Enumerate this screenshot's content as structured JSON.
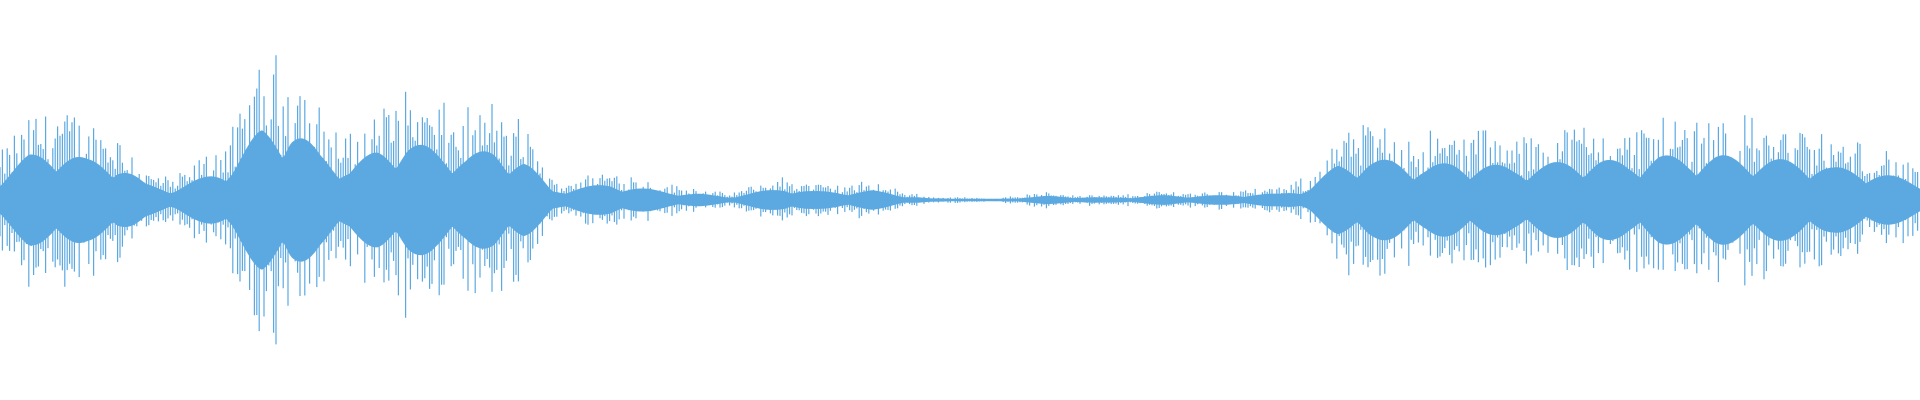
{
  "waveform": {
    "wave_color": "#5ca9e1",
    "background_color": "#ffffff",
    "envelope": [
      0.3,
      0.55,
      0.62,
      0.5,
      0.48,
      0.2,
      0.14,
      0.28,
      0.45,
      0.88,
      0.92,
      0.58,
      0.4,
      0.62,
      0.72,
      0.62,
      0.55,
      0.62,
      0.5,
      0.12,
      0.16,
      0.2,
      0.15,
      0.1,
      0.08,
      0.04,
      0.1,
      0.15,
      0.11,
      0.1,
      0.12,
      0.06,
      0.02,
      0.02,
      0.01,
      0.03,
      0.05,
      0.04,
      0.03,
      0.04,
      0.06,
      0.05,
      0.06,
      0.07,
      0.08,
      0.15,
      0.44,
      0.5,
      0.48,
      0.42,
      0.46,
      0.45,
      0.4,
      0.44,
      0.48,
      0.5,
      0.46,
      0.55,
      0.52,
      0.55,
      0.52,
      0.5,
      0.48,
      0.4,
      0.38,
      0.3,
      0.22
    ]
  }
}
